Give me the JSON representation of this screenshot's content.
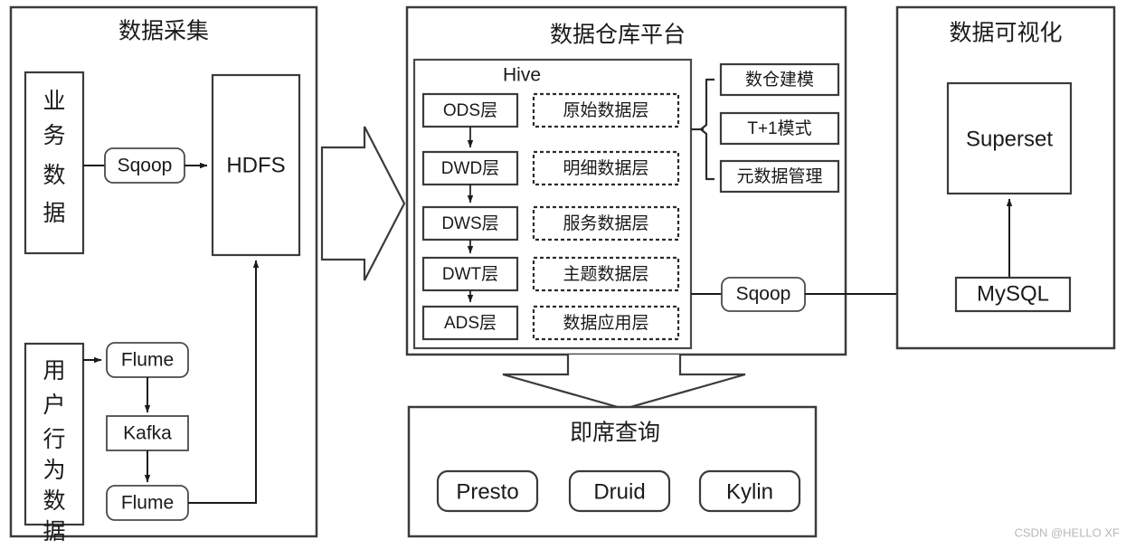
{
  "panels": {
    "collection": {
      "title": "数据采集"
    },
    "warehouse": {
      "title": "数据仓库平台"
    },
    "visualization": {
      "title": "数据可视化"
    },
    "adhoc": {
      "title": "即席查询"
    }
  },
  "collection": {
    "business_source": "业务数据",
    "behavior_source": "用户行为数据",
    "sqoop": "Sqoop",
    "hdfs": "HDFS",
    "flume_top": "Flume",
    "kafka": "Kafka",
    "flume_bottom": "Flume"
  },
  "warehouse": {
    "hive_label": "Hive",
    "layers": [
      {
        "code": "ODS层",
        "desc": "原始数据层"
      },
      {
        "code": "DWD层",
        "desc": "明细数据层"
      },
      {
        "code": "DWS层",
        "desc": "服务数据层"
      },
      {
        "code": "DWT层",
        "desc": "主题数据层"
      },
      {
        "code": "ADS层",
        "desc": "数据应用层"
      }
    ],
    "annotations": [
      "数仓建模",
      "T+1模式",
      "元数据管理"
    ],
    "export_sqoop": "Sqoop"
  },
  "visualization": {
    "superset": "Superset",
    "mysql": "MySQL"
  },
  "adhoc": {
    "engines": [
      "Presto",
      "Druid",
      "Kylin"
    ]
  },
  "watermark": "CSDN @HELLO XF"
}
